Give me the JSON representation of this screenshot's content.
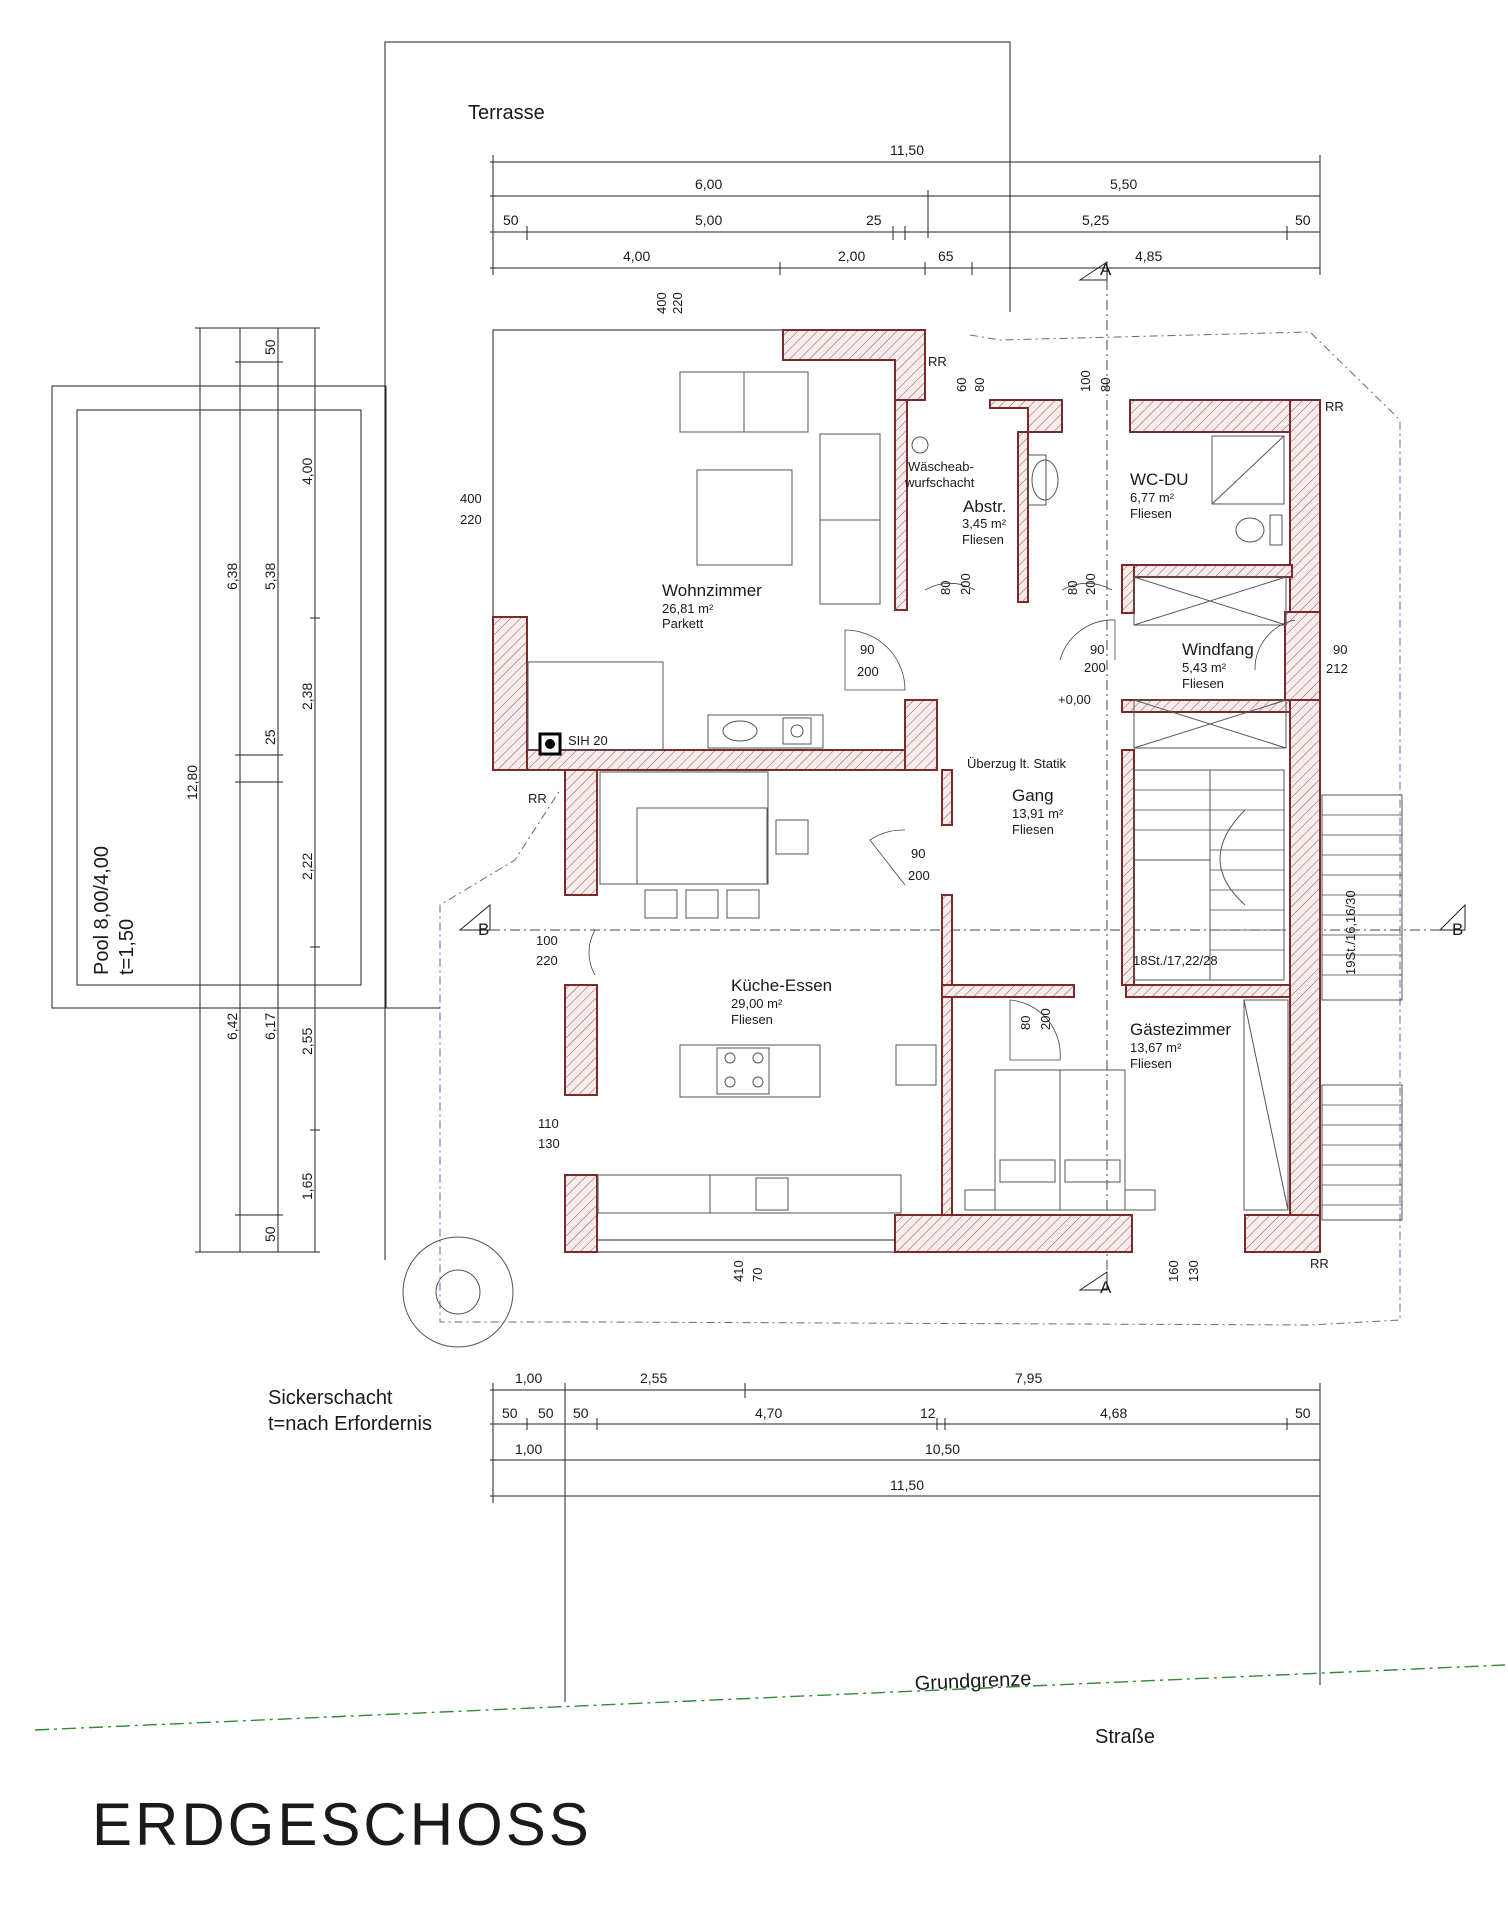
{
  "title": "ERDGESCHOSS",
  "labels": {
    "terrasse": "Terrasse",
    "sickerschacht": "Sickerschacht",
    "sickerschacht_t": "t=nach Erfordernis",
    "grundgrenze": "Grundgrenze",
    "strasse": "Straße",
    "pool": "Pool 8,00/4,00",
    "pool_t": "t=1,50",
    "sih": "SIH 20",
    "rr": "RR",
    "ueberzug": "Überzug lt. Statik",
    "level": "+0,00",
    "stairs_inner": "18St./17,22/28",
    "stairs_outer": "19St./16,16/30",
    "wasche1": "Wäscheab-",
    "wasche2": "wurfschacht",
    "section_a": "A",
    "section_b": "B"
  },
  "rooms": {
    "wohnzimmer": {
      "name": "Wohnzimmer",
      "area": "26,81 m²",
      "floor": "Parkett"
    },
    "abstr": {
      "name": "Abstr.",
      "area": "3,45 m²",
      "floor": "Fliesen"
    },
    "wcdu": {
      "name": "WC-DU",
      "area": "6,77 m²",
      "floor": "Fliesen"
    },
    "windfang": {
      "name": "Windfang",
      "area": "5,43 m²",
      "floor": "Fliesen"
    },
    "gang": {
      "name": "Gang",
      "area": "13,91 m²",
      "floor": "Fliesen"
    },
    "kueche": {
      "name": "Küche-Essen",
      "area": "29,00 m²",
      "floor": "Fliesen"
    },
    "gaeste": {
      "name": "Gästezimmer",
      "area": "13,67 m²",
      "floor": "Fliesen"
    }
  },
  "dims_top": {
    "total": "11,50",
    "r2": [
      "6,00",
      "5,50"
    ],
    "r3": [
      "50",
      "5,00",
      "25",
      "5,25",
      "50"
    ],
    "r4": [
      "4,00",
      "2,00",
      "65",
      "4,85"
    ]
  },
  "dims_bottom": {
    "r1": [
      "1,00",
      "2,55",
      "7,95"
    ],
    "r2": [
      "50",
      "50",
      "50",
      "4,70",
      "12",
      "4,68",
      "50"
    ],
    "r3": [
      "1,00",
      "10,50"
    ],
    "total": "11,50"
  },
  "dims_left": {
    "outer": [
      "6,38",
      "6,42"
    ],
    "pool": "12,80",
    "mid": [
      "5,38",
      "25",
      "6,17"
    ],
    "inner": [
      "50",
      "4,00",
      "2,38",
      "2,22",
      "2,55",
      "1,65",
      "50"
    ]
  },
  "openings": {
    "o_400_220_top": [
      "400",
      "220"
    ],
    "o_400_220_left": [
      "400",
      "220"
    ],
    "o_60_80": [
      "60",
      "80"
    ],
    "o_100_80": [
      "100",
      "80"
    ],
    "o_80_200_abstr": [
      "80",
      "200"
    ],
    "o_80_200_wc": [
      "80",
      "200"
    ],
    "o_90_200_wohn": [
      "90",
      "200"
    ],
    "o_90_200_wind": [
      "90",
      "200"
    ],
    "o_90_212": [
      "90",
      "212"
    ],
    "o_90_200_kueche": [
      "90",
      "200"
    ],
    "o_100_220": [
      "100",
      "220"
    ],
    "o_80_200_gaeste": [
      "80",
      "200"
    ],
    "o_110_130": [
      "110",
      "130"
    ],
    "o_410_70": [
      "410",
      "70"
    ],
    "o_160_130": [
      "160",
      "130"
    ]
  }
}
